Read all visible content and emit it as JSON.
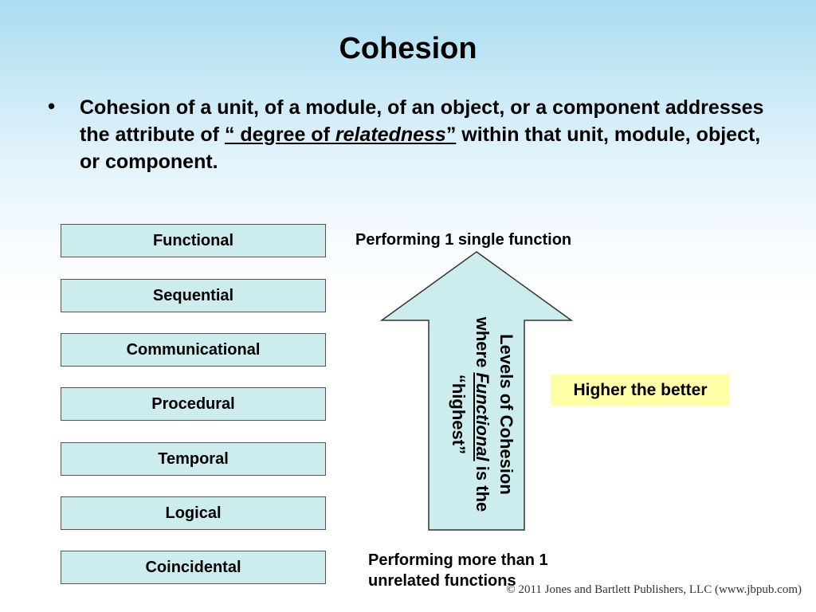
{
  "slide": {
    "title": "Cohesion",
    "bullet": {
      "marker": "•",
      "text_before": "Cohesion of a unit, of a module, of an object, or a component addresses the attribute of ",
      "link_prefix": "“ degree of ",
      "link_em": "relatedness",
      "link_suffix": "”",
      "text_after": " within that unit, module, object, or component."
    },
    "levels": [
      {
        "label": "Functional"
      },
      {
        "label": "Sequential"
      },
      {
        "label": "Communicational"
      },
      {
        "label": "Procedural"
      },
      {
        "label": "Temporal"
      },
      {
        "label": "Logical"
      },
      {
        "label": "Coincidental"
      }
    ],
    "top_caption": "Performing 1 single  function",
    "bottom_caption_line1": "Performing more than 1",
    "bottom_caption_line2": "unrelated functions",
    "arrow_text": {
      "line1": "Levels of Cohesion",
      "line2_pre": "where ",
      "line2_em": "Functional",
      "line2_post": " is the",
      "line3": "“highest”"
    },
    "higher_note": "Higher the better",
    "copyright": "© 2011 Jones and Bartlett Publishers, LLC (www.jbpub.com)"
  },
  "colors": {
    "box_fill": "#ccecee",
    "arrow_fill": "#ccecee",
    "note_fill": "#ffffa8"
  }
}
